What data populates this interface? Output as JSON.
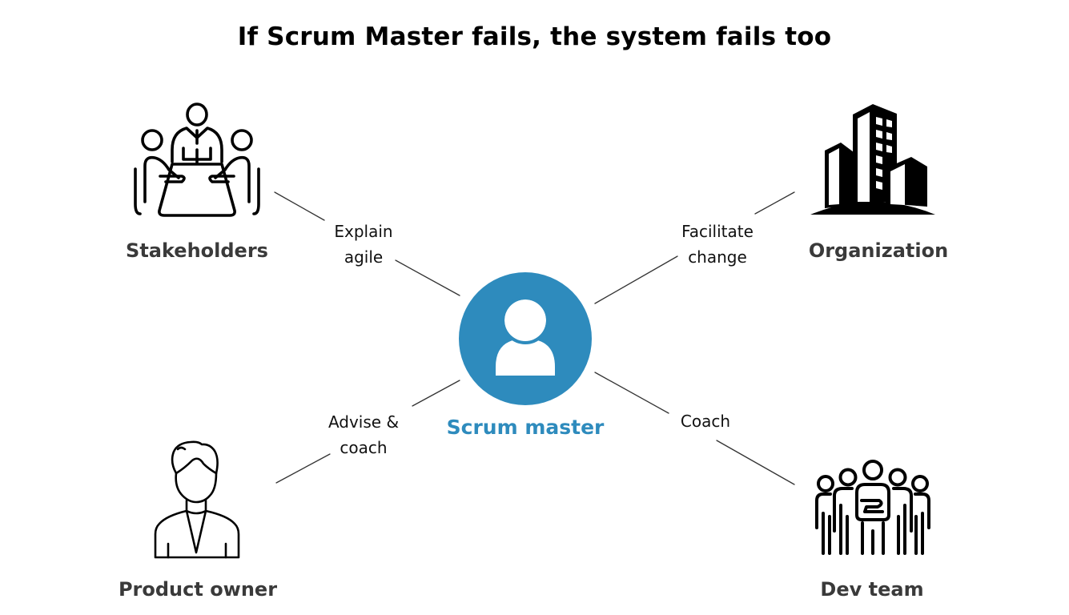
{
  "title": "If Scrum Master fails, the system fails too",
  "colors": {
    "accent": "#2e8bbd",
    "text_dark": "#000000",
    "node_label": "#3a3a3a",
    "line": "#333333"
  },
  "center": {
    "label": "Scrum master",
    "icon": "user-icon"
  },
  "nodes": [
    {
      "id": "stakeholders",
      "label": "Stakeholders",
      "icon": "meeting-table-icon",
      "position": "top-left"
    },
    {
      "id": "organization",
      "label": "Organization",
      "icon": "buildings-icon",
      "position": "top-right"
    },
    {
      "id": "product-owner",
      "label": "Product owner",
      "icon": "person-icon",
      "position": "bottom-left"
    },
    {
      "id": "dev-team",
      "label": "Dev team",
      "icon": "team-icon",
      "position": "bottom-right"
    }
  ],
  "edges": [
    {
      "from": "scrum-master",
      "to": "stakeholders",
      "lines": [
        "Explain",
        "agile"
      ]
    },
    {
      "from": "scrum-master",
      "to": "organization",
      "lines": [
        "Facilitate",
        "change"
      ]
    },
    {
      "from": "scrum-master",
      "to": "product-owner",
      "lines": [
        "Advise &",
        "coach"
      ]
    },
    {
      "from": "scrum-master",
      "to": "dev-team",
      "lines": [
        "Coach"
      ]
    }
  ]
}
